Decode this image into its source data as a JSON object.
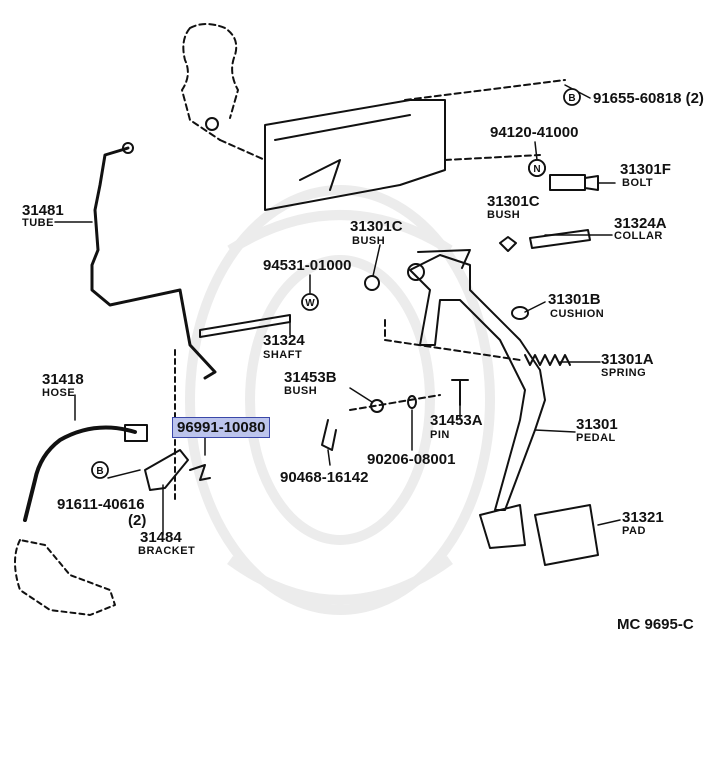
{
  "highlight_color": "#bcc4ec",
  "highlight_border": "#3a47a8",
  "parts": {
    "p91655": {
      "number": "91655-60818",
      "qty": "(2)",
      "marker": "B"
    },
    "p94120": {
      "number": "94120-41000",
      "marker": "N"
    },
    "p31301f": {
      "number": "31301F",
      "name": "BOLT"
    },
    "p31481": {
      "number": "31481",
      "name": "TUBE"
    },
    "p31301c_bush": {
      "number": "31301C",
      "name": "BUSH"
    },
    "p31324a": {
      "number": "31324A",
      "name": "COLLAR"
    },
    "p31301c_2": {
      "number": "31301C",
      "name": "BUSH"
    },
    "p94531": {
      "number": "94531-01000",
      "marker": "W"
    },
    "p31301b": {
      "number": "31301B",
      "name": "CUSHION"
    },
    "p31324": {
      "number": "31324",
      "name": "SHAFT"
    },
    "p31301a": {
      "number": "31301A",
      "name": "SPRING"
    },
    "p31418": {
      "number": "31418",
      "name": "HOSE"
    },
    "p31453b": {
      "number": "31453B",
      "name": "BUSH"
    },
    "p96991": {
      "number": "96991-10080"
    },
    "p31453a": {
      "number": "31453A",
      "name": "PIN"
    },
    "p31301": {
      "number": "31301",
      "name": "PEDAL"
    },
    "p90206": {
      "number": "90206-08001"
    },
    "p91611": {
      "number": "91611-40616",
      "qty": "(2)",
      "marker": "B"
    },
    "p90468": {
      "number": "90468-16142"
    },
    "p31484": {
      "number": "31484",
      "name": "BRACKET"
    },
    "p31321": {
      "number": "31321",
      "name": "PAD"
    }
  },
  "diagram_code": "MC  9695-C"
}
